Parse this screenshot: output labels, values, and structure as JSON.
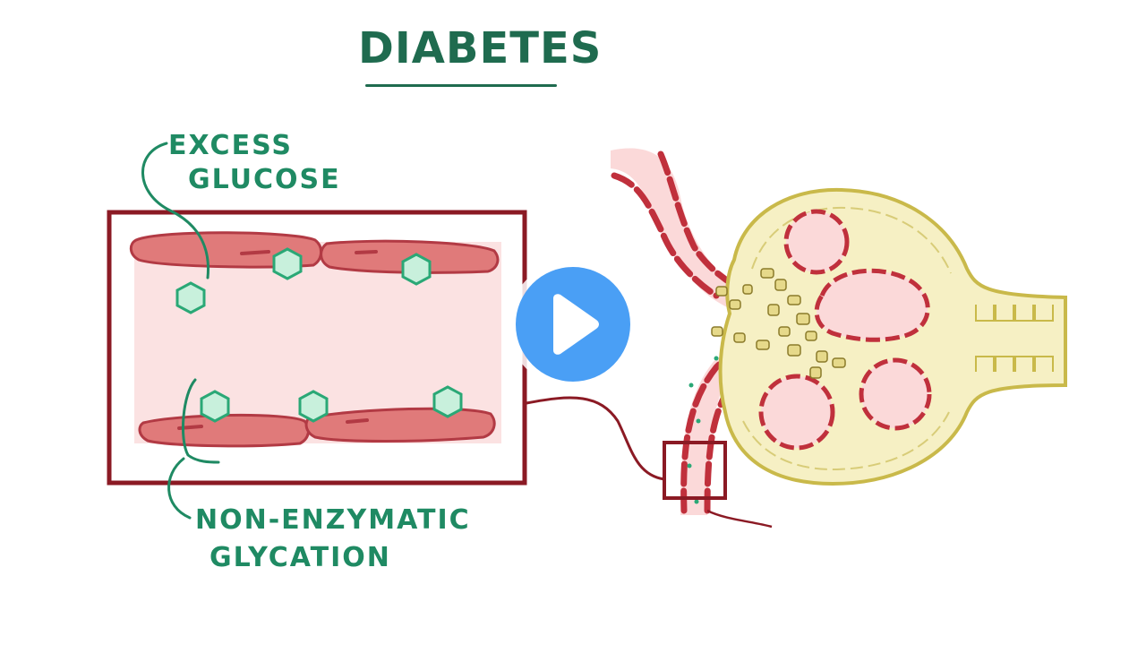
{
  "header": {
    "title": "DIABETES"
  },
  "labels": {
    "excess_line1": "EXCESS",
    "excess_line2": "GLUCOSE",
    "nonenz_line1": "NON-ENZYMATIC",
    "nonenz_line2": "GLYCATION"
  },
  "player": {
    "play_icon": "play-icon"
  },
  "colors": {
    "title_green": "#1f6b4f",
    "label_green": "#1f8a63",
    "vessel_border": "#8b1a24",
    "cell_red": "#e07a7a",
    "vessel_fill": "#fbe2e2",
    "glucose_fill": "#c8f0dc",
    "bowman_yellow": "#f6f0c4",
    "play_blue": "#4a9ff5"
  }
}
